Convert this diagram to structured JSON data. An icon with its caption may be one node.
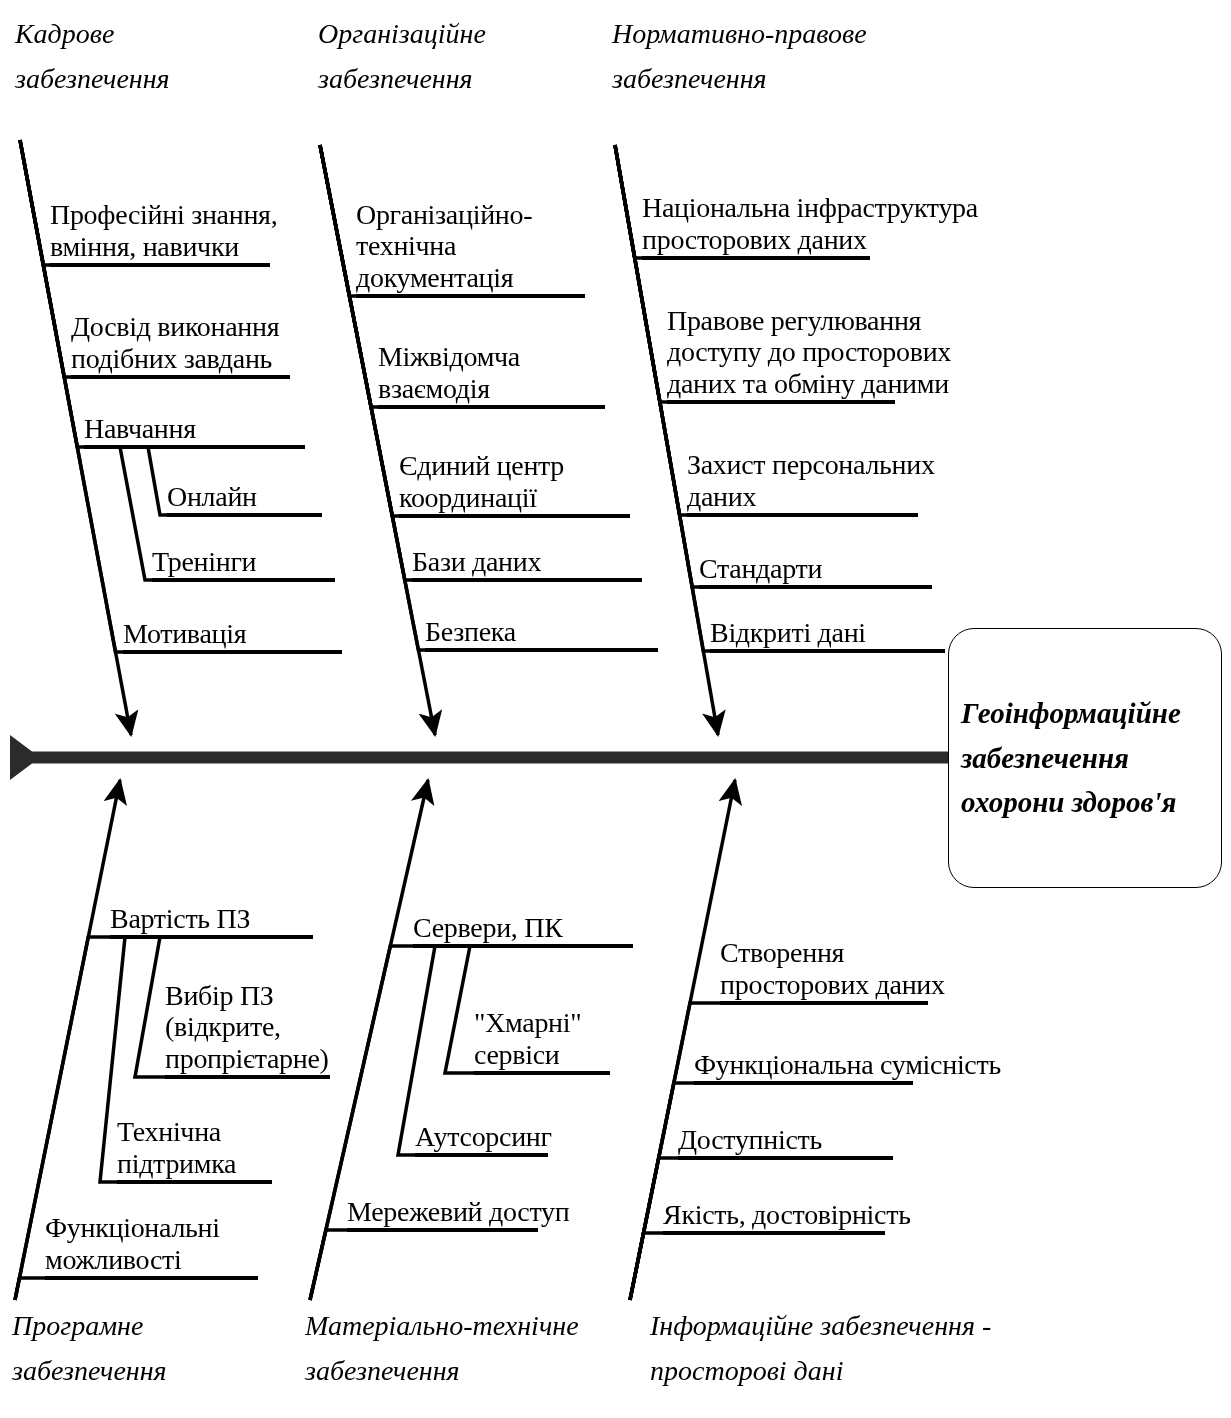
{
  "diagram": {
    "nodes": [
      {
        "text": [
          "Кадрове забезпечення"
        ]
      },
      {
        "text": [
          "Професійні знання, вміння, навички"
        ]
      },
      {
        "text": [
          "Досвід виконання подібних завдань"
        ]
      },
      {
        "text": [
          "Навчання"
        ]
      },
      {
        "text": [
          "Онлайн"
        ]
      },
      {
        "text": [
          "Тренінги"
        ]
      },
      {
        "text": [
          "Мотивація"
        ]
      },
      {
        "text": [
          "Організаційне забезпечення"
        ]
      },
      {
        "text": [
          "Організаційно-технічна документація"
        ]
      },
      {
        "text": [
          "Міжвідомча взаємодія"
        ]
      },
      {
        "text": [
          "Єдиний центр координації"
        ]
      },
      {
        "text": [
          "Бази даних"
        ]
      },
      {
        "text": [
          "Безпека"
        ]
      },
      {
        "text": [
          "Нормативно-правове забезпечення"
        ]
      },
      {
        "text": [
          "Національна інфраструктура просторових даних"
        ]
      },
      {
        "text": [
          "Правове регулювання доступу до просторових даних та обміну даними"
        ]
      },
      {
        "text": [
          "Захист персональних даних"
        ]
      },
      {
        "text": [
          "Стандарти"
        ]
      },
      {
        "text": [
          "Відкриті дані"
        ]
      },
      {
        "text": [],
        "shape": "bar"
      },
      {
        "text": [
          "Геоінформаційне забезпечення охорони здоров'я"
        ]
      },
      {
        "text": [
          "Вартість ПЗ"
        ]
      },
      {
        "text": [
          "Вибір ПЗ (відкрите, пропрієтарне)"
        ]
      },
      {
        "text": [
          "Технічна підтримка"
        ]
      },
      {
        "text": [
          "Функціональні можливості"
        ]
      },
      {
        "text": [
          "Програмне забезпечення"
        ]
      },
      {
        "text": [
          "Сервери, ПК"
        ]
      },
      {
        "text": [
          "\"Хмарні\" сервіси"
        ]
      },
      {
        "text": [
          "Аутсорсинг"
        ]
      },
      {
        "text": [
          "Мережевий доступ"
        ]
      },
      {
        "text": [
          "Матеріально-технічне забезпечення"
        ]
      },
      {
        "text": [
          "Створення просторових даних"
        ]
      },
      {
        "text": [
          "Функціональна сумісність"
        ]
      },
      {
        "text": [
          "Доступність"
        ]
      },
      {
        "text": [
          "Якість, достовірність"
        ]
      },
      {
        "text": [
          "Інформаційне забезпечення - просторові дані"
        ]
      }
    ],
    "edges": [
      {
        "from": 1,
        "to": 0,
        "arrow": "none"
      },
      {
        "from": 2,
        "to": 0,
        "arrow": "none"
      },
      {
        "from": 3,
        "to": 0,
        "arrow": "none"
      },
      {
        "from": 4,
        "to": 3,
        "arrow": "none"
      },
      {
        "from": 5,
        "to": 3,
        "arrow": "none"
      },
      {
        "from": 6,
        "to": 0,
        "arrow": "none"
      },
      {
        "from": 0,
        "to": 19,
        "arrow": "to"
      },
      {
        "from": 8,
        "to": 7,
        "arrow": "none"
      },
      {
        "from": 9,
        "to": 7,
        "arrow": "none"
      },
      {
        "from": 10,
        "to": 7,
        "arrow": "none"
      },
      {
        "from": 11,
        "to": 7,
        "arrow": "none"
      },
      {
        "from": 12,
        "to": 7,
        "arrow": "none"
      },
      {
        "from": 7,
        "to": 19,
        "arrow": "to"
      },
      {
        "from": 14,
        "to": 13,
        "arrow": "none"
      },
      {
        "from": 15,
        "to": 13,
        "arrow": "none"
      },
      {
        "from": 16,
        "to": 13,
        "arrow": "none"
      },
      {
        "from": 17,
        "to": 13,
        "arrow": "none"
      },
      {
        "from": 18,
        "to": 13,
        "arrow": "none"
      },
      {
        "from": 13,
        "to": 19,
        "arrow": "to"
      },
      {
        "from": 21,
        "to": 25,
        "arrow": "none"
      },
      {
        "from": 22,
        "to": 21,
        "arrow": "none"
      },
      {
        "from": 23,
        "to": 21,
        "arrow": "none"
      },
      {
        "from": 24,
        "to": 25,
        "arrow": "none"
      },
      {
        "from": 25,
        "to": 19,
        "arrow": "to"
      },
      {
        "from": 26,
        "to": 30,
        "arrow": "none"
      },
      {
        "from": 27,
        "to": 26,
        "arrow": "none"
      },
      {
        "from": 28,
        "to": 26,
        "arrow": "none"
      },
      {
        "from": 29,
        "to": 30,
        "arrow": "none"
      },
      {
        "from": 30,
        "to": 19,
        "arrow": "to"
      },
      {
        "from": 31,
        "to": 35,
        "arrow": "none"
      },
      {
        "from": 32,
        "to": 35,
        "arrow": "none"
      },
      {
        "from": 33,
        "to": 35,
        "arrow": "none"
      },
      {
        "from": 34,
        "to": 35,
        "arrow": "none"
      },
      {
        "from": 35,
        "to": 19,
        "arrow": "to"
      }
    ]
  }
}
